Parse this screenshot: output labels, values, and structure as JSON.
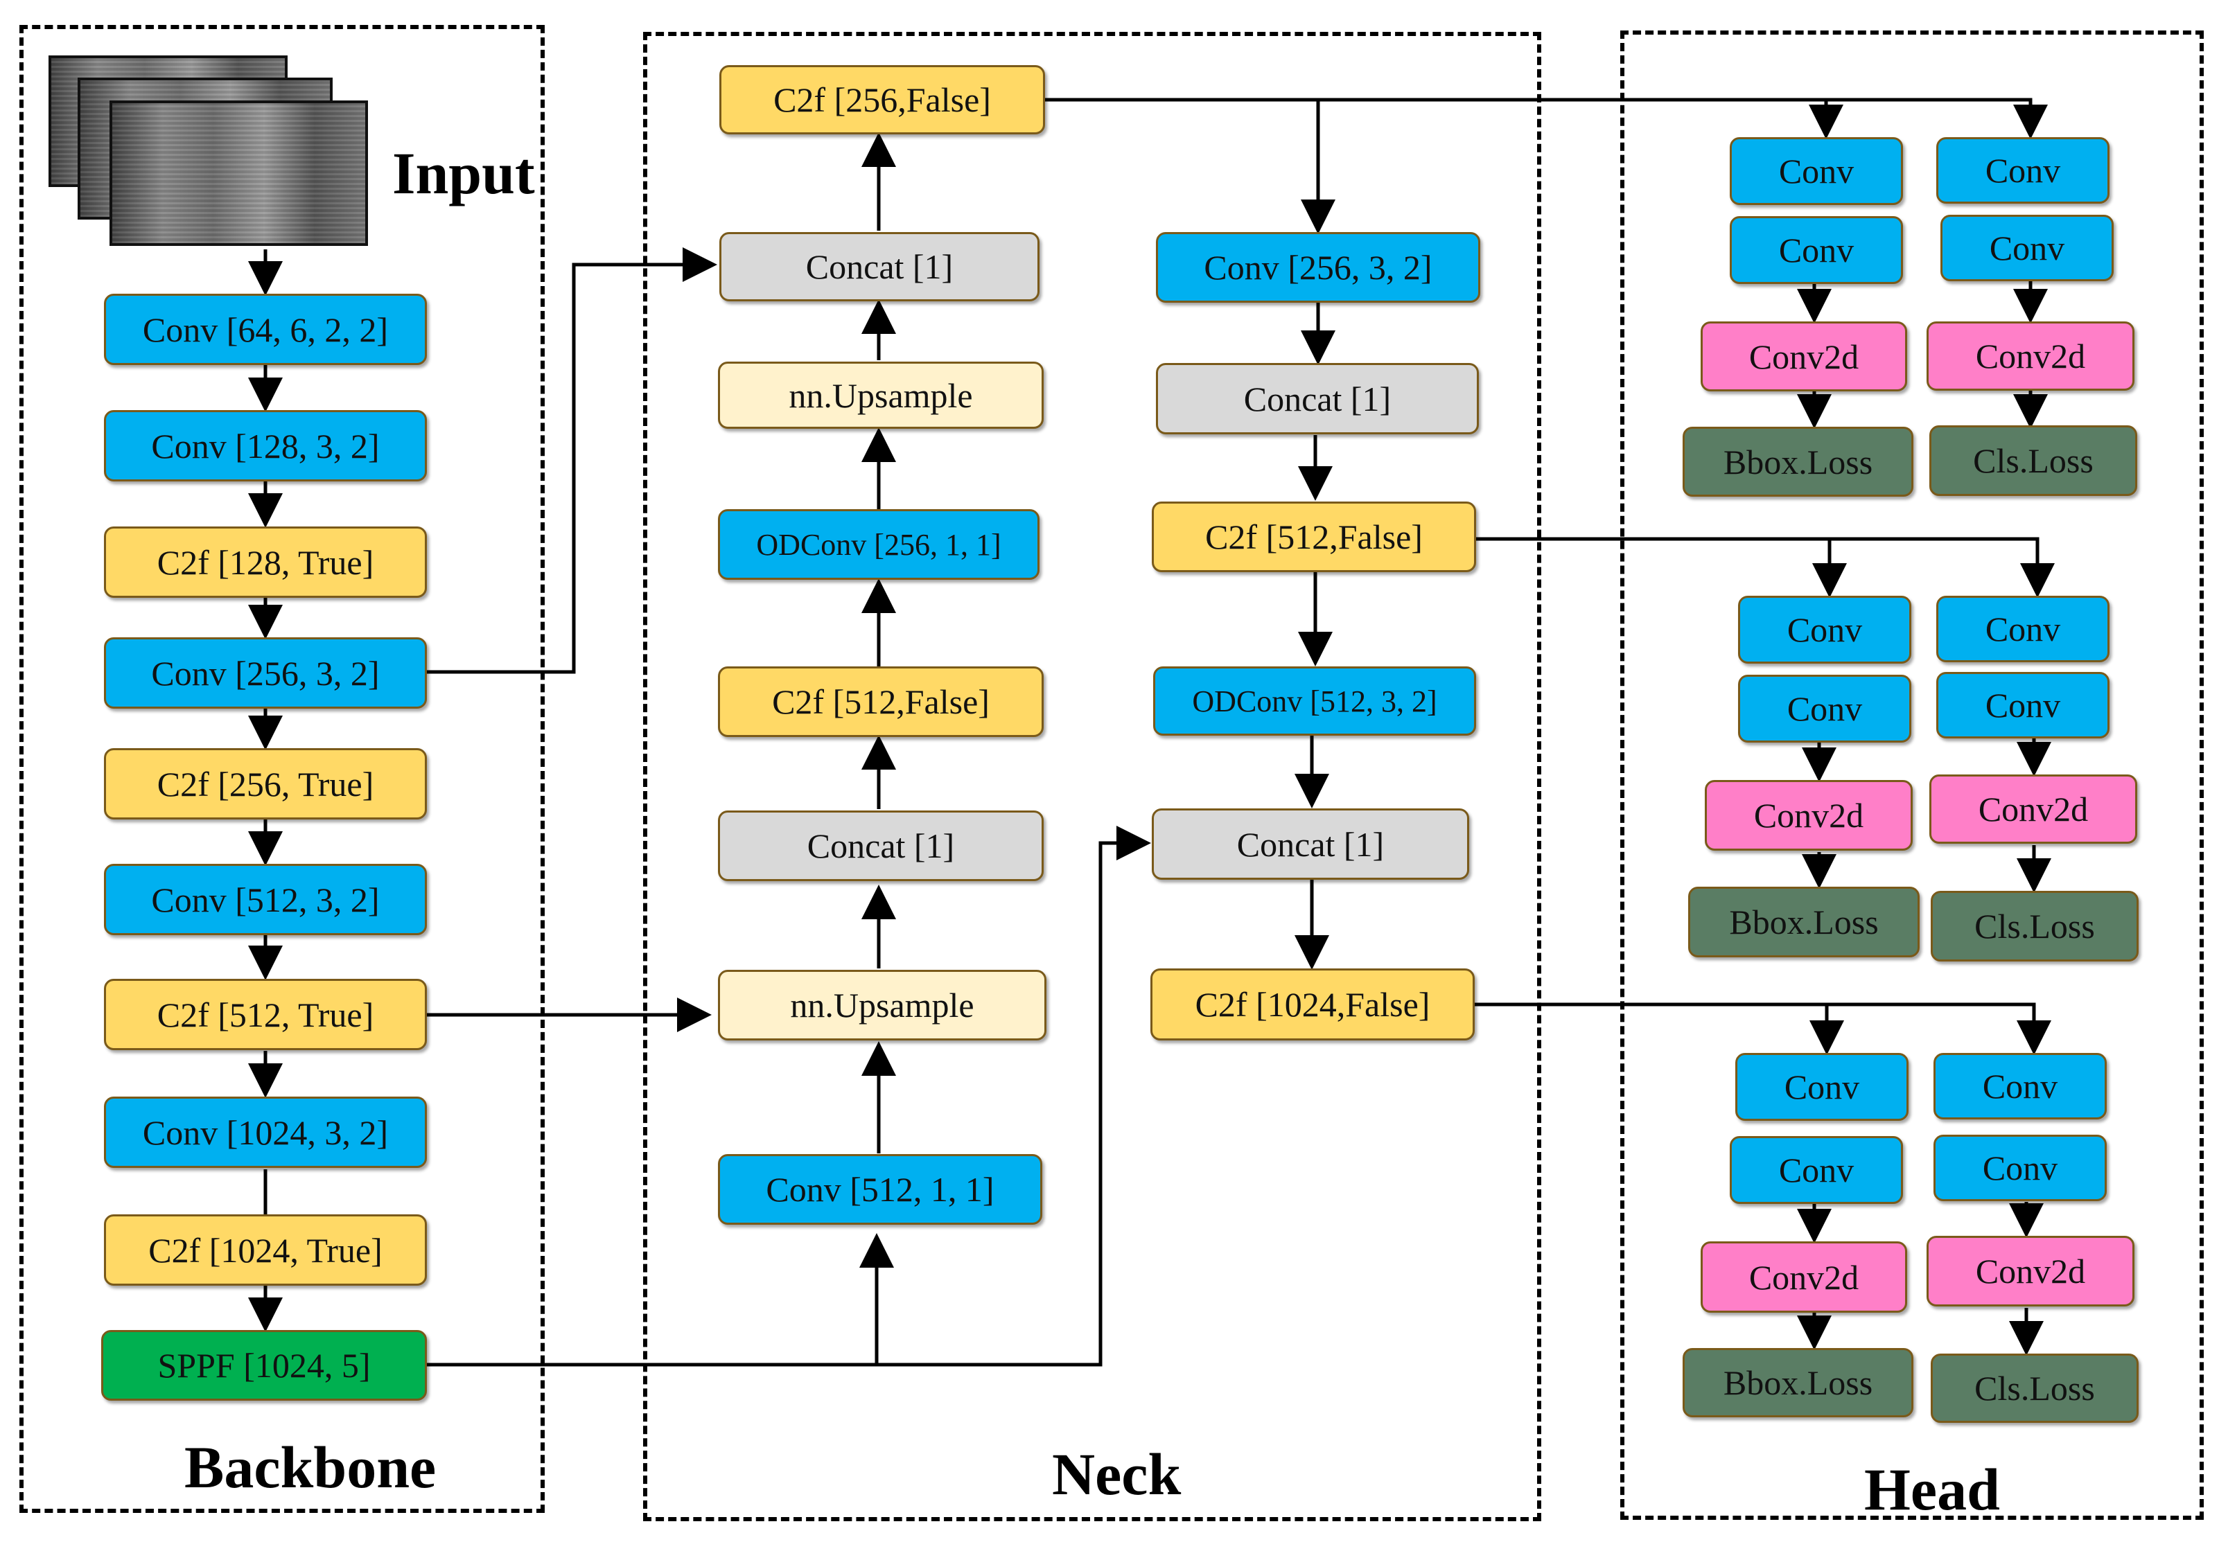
{
  "sections": {
    "input": "Input",
    "backbone": "Backbone",
    "neck": "Neck",
    "head": "Head"
  },
  "backbone": [
    {
      "label": "Conv [64, 6, 2, 2]",
      "kind": "conv"
    },
    {
      "label": "Conv [128, 3, 2]",
      "kind": "conv"
    },
    {
      "label": "C2f  [128, True]",
      "kind": "c2f"
    },
    {
      "label": "Conv [256, 3, 2]",
      "kind": "conv"
    },
    {
      "label": "C2f  [256, True]",
      "kind": "c2f"
    },
    {
      "label": "Conv [512, 3, 2]",
      "kind": "conv"
    },
    {
      "label": "C2f  [512, True]",
      "kind": "c2f"
    },
    {
      "label": "Conv [1024, 3, 2]",
      "kind": "conv"
    },
    {
      "label": "C2f  [1024, True]",
      "kind": "c2f"
    },
    {
      "label": "SPPF  [1024, 5]",
      "kind": "sppf"
    }
  ],
  "neck_up": [
    {
      "label": "C2f  [256,False]",
      "kind": "c2f"
    },
    {
      "label": "Concat  [1]",
      "kind": "concat"
    },
    {
      "label": "nn.Upsample",
      "kind": "ups"
    },
    {
      "label": "ODConv [256, 1, 1]",
      "kind": "conv"
    },
    {
      "label": "C2f  [512,False]",
      "kind": "c2f"
    },
    {
      "label": "Concat  [1]",
      "kind": "concat"
    },
    {
      "label": "nn.Upsample",
      "kind": "ups"
    },
    {
      "label": "Conv [512, 1, 1]",
      "kind": "conv"
    }
  ],
  "neck_down": [
    {
      "label": "Conv [256, 3, 2]",
      "kind": "conv"
    },
    {
      "label": "Concat  [1]",
      "kind": "concat"
    },
    {
      "label": "C2f  [512,False]",
      "kind": "c2f"
    },
    {
      "label": "ODConv [512, 3, 2]",
      "kind": "conv"
    },
    {
      "label": "Concat  [1]",
      "kind": "concat"
    },
    {
      "label": "C2f  [1024,False]",
      "kind": "c2f"
    }
  ],
  "head": {
    "conv": "Conv",
    "conv2d": "Conv2d",
    "bbox_loss": "Bbox.Loss",
    "cls_loss": "Cls.Loss"
  },
  "colors": {
    "conv": "#00b0f0",
    "c2f": "#ffd966",
    "concat": "#d9d9d9",
    "upsample": "#fff2cc",
    "sppf": "#00b050",
    "conv2d": "#ff7fc8",
    "loss": "#5a7d64"
  }
}
